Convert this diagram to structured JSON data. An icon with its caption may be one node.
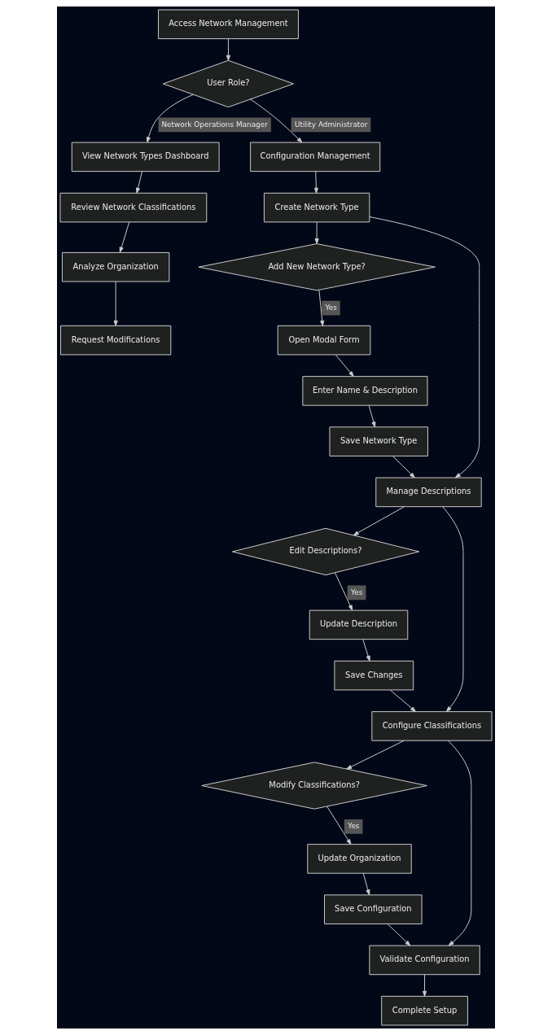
{
  "diagram": {
    "nodes": [
      {
        "text": [
          "Access Network Management"
        ]
      },
      {
        "text": [
          "User Role?"
        ]
      },
      {
        "text": [
          "View Network Types Dashboard"
        ]
      },
      {
        "text": [
          "Review Network Classifications"
        ]
      },
      {
        "text": [
          "Analyze Organization"
        ]
      },
      {
        "text": [
          "Request Modifications"
        ]
      },
      {
        "text": [
          "Configuration Management"
        ]
      },
      {
        "text": [
          "Create Network Type"
        ]
      },
      {
        "text": [
          "Add New Network Type?"
        ]
      },
      {
        "text": [
          "Open Modal Form"
        ]
      },
      {
        "text": [
          "Enter Name & Description"
        ]
      },
      {
        "text": [
          "Save Network Type"
        ]
      },
      {
        "text": [
          "Manage Descriptions"
        ]
      },
      {
        "text": [
          "Edit Descriptions?"
        ]
      },
      {
        "text": [
          "Update Description"
        ]
      },
      {
        "text": [
          "Save Changes"
        ]
      },
      {
        "text": [
          "Configure Classifications"
        ]
      },
      {
        "text": [
          "Modify Classifications?"
        ]
      },
      {
        "text": [
          "Update Organization"
        ]
      },
      {
        "text": [
          "Save Configuration"
        ]
      },
      {
        "text": [
          "Validate Configuration"
        ]
      },
      {
        "text": [
          "Complete Setup"
        ]
      }
    ],
    "edges": [
      {
        "from": 0,
        "to": 1,
        "arrow": "to"
      },
      {
        "from": 1,
        "to": 2,
        "arrow": "to",
        "label": "Network Operations Manager"
      },
      {
        "from": 1,
        "to": 6,
        "arrow": "to",
        "label": "Utility Administrator"
      },
      {
        "from": 2,
        "to": 3,
        "arrow": "to"
      },
      {
        "from": 3,
        "to": 4,
        "arrow": "to"
      },
      {
        "from": 4,
        "to": 5,
        "arrow": "to"
      },
      {
        "from": 6,
        "to": 7,
        "arrow": "to"
      },
      {
        "from": 7,
        "to": 8,
        "arrow": "to"
      },
      {
        "from": 7,
        "to": 12,
        "arrow": "to"
      },
      {
        "from": 8,
        "to": 9,
        "arrow": "to",
        "label": "Yes"
      },
      {
        "from": 9,
        "to": 10,
        "arrow": "to"
      },
      {
        "from": 10,
        "to": 11,
        "arrow": "to"
      },
      {
        "from": 11,
        "to": 12,
        "arrow": "to"
      },
      {
        "from": 12,
        "to": 13,
        "arrow": "to"
      },
      {
        "from": 12,
        "to": 16,
        "arrow": "to"
      },
      {
        "from": 13,
        "to": 14,
        "arrow": "to",
        "label": "Yes"
      },
      {
        "from": 14,
        "to": 15,
        "arrow": "to"
      },
      {
        "from": 15,
        "to": 16,
        "arrow": "to"
      },
      {
        "from": 16,
        "to": 17,
        "arrow": "to"
      },
      {
        "from": 16,
        "to": 20,
        "arrow": "to"
      },
      {
        "from": 17,
        "to": 18,
        "arrow": "to",
        "label": "Yes"
      },
      {
        "from": 18,
        "to": 19,
        "arrow": "to"
      },
      {
        "from": 19,
        "to": 20,
        "arrow": "to"
      },
      {
        "from": 20,
        "to": 21,
        "arrow": "to"
      }
    ]
  }
}
